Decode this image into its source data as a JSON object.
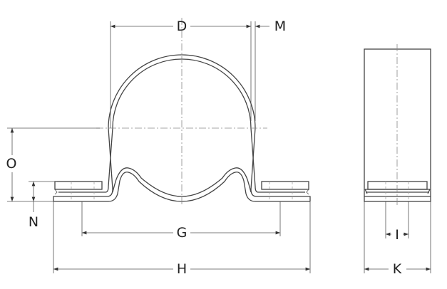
{
  "dimensions": {
    "D": "D",
    "M": "M",
    "O": "O",
    "N": "N",
    "G": "G",
    "H": "H",
    "I": "I",
    "K": "K"
  },
  "colors": {
    "line": "#444444",
    "background": "#ffffff"
  }
}
